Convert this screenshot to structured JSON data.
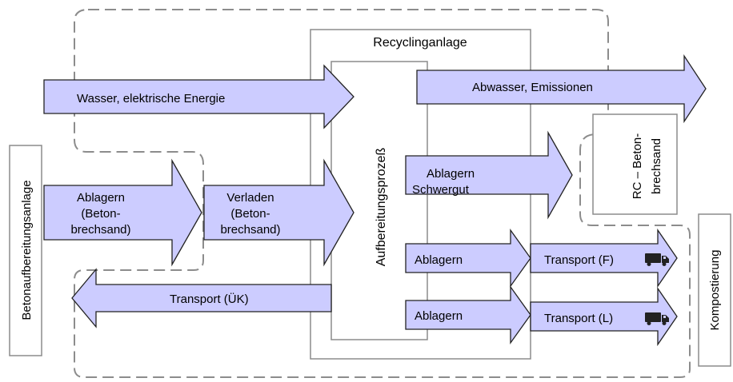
{
  "diagram": {
    "colors": {
      "arrow_fill": "#ccccff",
      "arrow_stroke": "#222222",
      "box_stroke": "#8c8c8c",
      "dash_stroke": "#8c8c8c",
      "truck": "#222222"
    },
    "plant_title": "Recyclinganlage",
    "process_label": "Aufbereitungsprozeß",
    "side_left": "Betonaufbereitungsanlage",
    "side_right": "Kompostierung",
    "rc_box": [
      "RC – Beton-",
      "brechsand"
    ],
    "arrows": {
      "water": "Wasser, elektrische Energie",
      "wastewater": "Abwasser, Emissionen",
      "deposit_in": [
        "Ablagern",
        "(Beton-",
        "brechsand)"
      ],
      "load": [
        "Verladen",
        "(Beton-",
        "brechsand)"
      ],
      "heavy": [
        "Ablagern",
        "Schwergut"
      ],
      "deposit_f": "Ablagern",
      "deposit_l": "Ablagern",
      "transport_f": "Transport (F)",
      "transport_l": "Transport (L)",
      "transport_uk": "Transport (ÜK)"
    },
    "icons": [
      "truck-icon",
      "truck-icon"
    ]
  }
}
